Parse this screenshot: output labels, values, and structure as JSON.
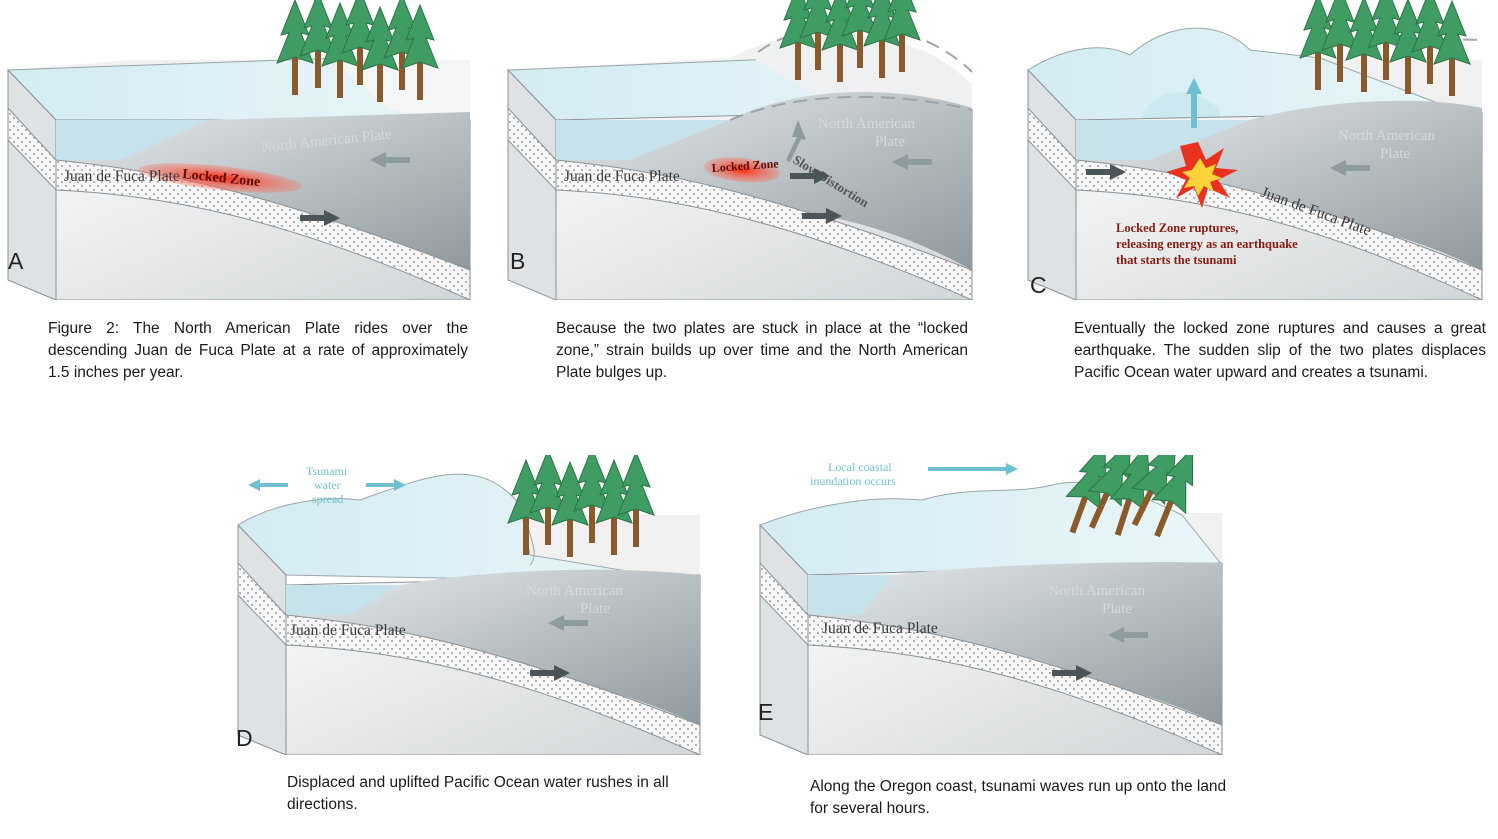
{
  "panels": [
    {
      "id": "A",
      "letter": "A",
      "caption": "Figure 2: The North American Plate rides over the descending Juan de Fuca Plate at a rate of approximately 1.5 inches per year.",
      "labels": {
        "ocean": "Pacific Ocean",
        "na": "North American Plate",
        "jdf": "Juan de Fuca Plate",
        "zone": "Locked Zone"
      }
    },
    {
      "id": "B",
      "letter": "B",
      "caption": "Because the two plates are stuck in place at the “locked zone,” strain builds up over time and the North American Plate bulges up.",
      "labels": {
        "ocean": "Pacific Ocean",
        "na1": "North American",
        "na2": "Plate",
        "jdf": "Juan de Fuca Plate",
        "zone": "Locked Zone",
        "distortion": "Slow Distortion"
      }
    },
    {
      "id": "C",
      "letter": "C",
      "caption": "Eventually the locked zone ruptures and causes a great earthquake. The sudden slip of the two plates displaces  Pacific Ocean water upward and creates a tsunami.",
      "labels": {
        "ocean": "Pacific Ocean",
        "na1": "North American",
        "na2": "Plate",
        "jdf": "Juan de Fuca Plate",
        "rupture1": "Locked Zone ruptures,",
        "rupture2": "releasing energy as an earthquake",
        "rupture3": "that starts the tsunami"
      }
    },
    {
      "id": "D",
      "letter": "D",
      "caption": "Displaced and uplifted Pacific Ocean water rushes in all directions.",
      "labels": {
        "ocean": "Pacific Ocean",
        "na1": "North American",
        "na2": "Plate",
        "jdf": "Juan de Fuca Plate",
        "spread1": "Tsunami",
        "spread2": "water",
        "spread3": "spread"
      }
    },
    {
      "id": "E",
      "letter": "E",
      "caption": "Along the Oregon coast, tsunami waves run up onto the land for several hours.",
      "labels": {
        "ocean": "Pacific Ocean",
        "na1": "North American",
        "na2": "Plate",
        "jdf": "Juan de Fuca Plate",
        "inund1": "Local coastal",
        "inund2": "inundation occurs"
      }
    }
  ],
  "colors": {
    "ocean_top": "#e3f3f7",
    "ocean_front": "#c7e4ec",
    "na_plate": "#b9c2c7",
    "jdf_plate": "#f4f4f4",
    "locked_zone": "#e8321e",
    "tree_green": "#3f9c63",
    "tree_trunk": "#8b5a2b",
    "arrow_gray": "#8e9ba0",
    "text_teal": "#6fc1cf"
  }
}
